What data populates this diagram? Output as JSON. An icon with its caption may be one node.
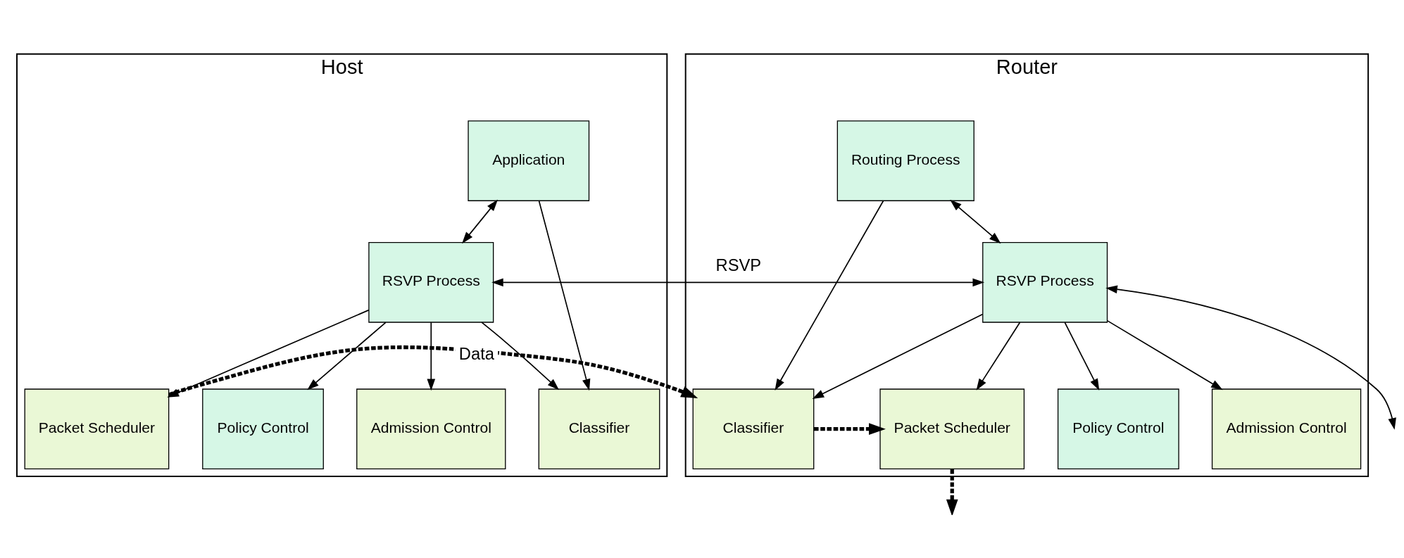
{
  "diagram": {
    "nodes": [
      {
        "text": [
          "Host"
        ]
      },
      {
        "text": [
          "Application"
        ],
        "in": 0
      },
      {
        "text": [
          "RSVP Process"
        ],
        "in": 0
      },
      {
        "text": [
          "Policy Control"
        ],
        "in": 0
      },
      {
        "text": [
          "Admission Control"
        ],
        "in": 0
      },
      {
        "text": [
          "Classifier"
        ],
        "in": 0
      },
      {
        "text": [
          "Packet Scheduler"
        ],
        "in": 0
      },
      {
        "text": [
          "Router"
        ]
      },
      {
        "text": [
          "Routing Process"
        ],
        "in": 7
      },
      {
        "text": [
          "RSVP Process"
        ],
        "in": 7
      },
      {
        "text": [
          "Policy Control"
        ],
        "in": 7
      },
      {
        "text": [
          "Admission Control"
        ],
        "in": 7
      },
      {
        "text": [
          "Classifier"
        ],
        "in": 7
      },
      {
        "text": [
          "Packet Scheduler"
        ],
        "in": 7
      }
    ],
    "edges": [
      {
        "from": 1,
        "to": 2,
        "arrow": "both"
      },
      {
        "from": 2,
        "to": 9,
        "arrow": "both",
        "label": "RSVP"
      },
      {
        "from": 9,
        "to": null,
        "arrow": "both"
      },
      {
        "from": 2,
        "to": 3,
        "arrow": "to"
      },
      {
        "from": 2,
        "to": 4,
        "arrow": "to"
      },
      {
        "from": 1,
        "to": 5,
        "arrow": "to"
      },
      {
        "from": 2,
        "to": 5,
        "arrow": "to"
      },
      {
        "from": 2,
        "to": 6,
        "arrow": "to"
      },
      {
        "from": 8,
        "to": 9,
        "arrow": "both"
      },
      {
        "from": 9,
        "to": 10,
        "arrow": "to"
      },
      {
        "from": 9,
        "to": 11,
        "arrow": "to"
      },
      {
        "from": 8,
        "to": 12,
        "arrow": "to"
      },
      {
        "from": 9,
        "to": 12,
        "arrow": "to"
      },
      {
        "from": 9,
        "to": 13,
        "arrow": "to"
      },
      {
        "from": 6,
        "to": 12,
        "arrow": "to",
        "style": "dashed",
        "label": "Data"
      },
      {
        "from": 12,
        "to": 13,
        "arrow": "to",
        "style": "dashed"
      },
      {
        "from": 13,
        "to": null,
        "arrow": "to",
        "style": "dashed"
      }
    ]
  }
}
